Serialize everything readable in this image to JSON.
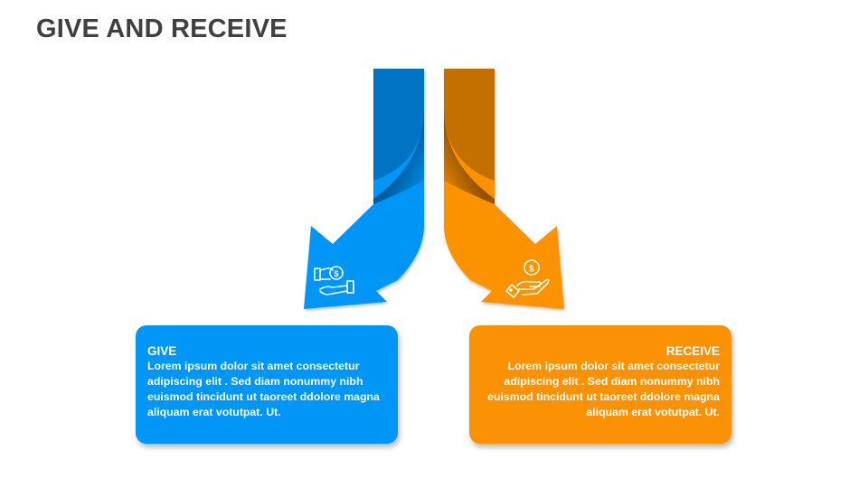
{
  "title": "GIVE AND RECEIVE",
  "colors": {
    "give_primary": "#0096f5",
    "give_dark": "#0073c4",
    "receive_primary": "#fb9206",
    "receive_dark": "#c47000",
    "title": "#404040"
  },
  "give": {
    "icon": "hand-giving-coin-icon",
    "heading": "GIVE",
    "body": "Lorem ipsum dolor sit amet consectetur adipiscing elit . Sed diam nonummy nibh euismod tincidunt ut taoreet ddolore magna aliquam erat votutpat. Ut."
  },
  "receive": {
    "icon": "hand-receiving-coin-icon",
    "heading": "RECEIVE",
    "body": "Lorem ipsum dolor sit amet consectetur adipiscing elit . Sed diam nonummy nibh euismod tincidunt ut taoreet ddolore magna aliquam erat votutpat. Ut."
  }
}
